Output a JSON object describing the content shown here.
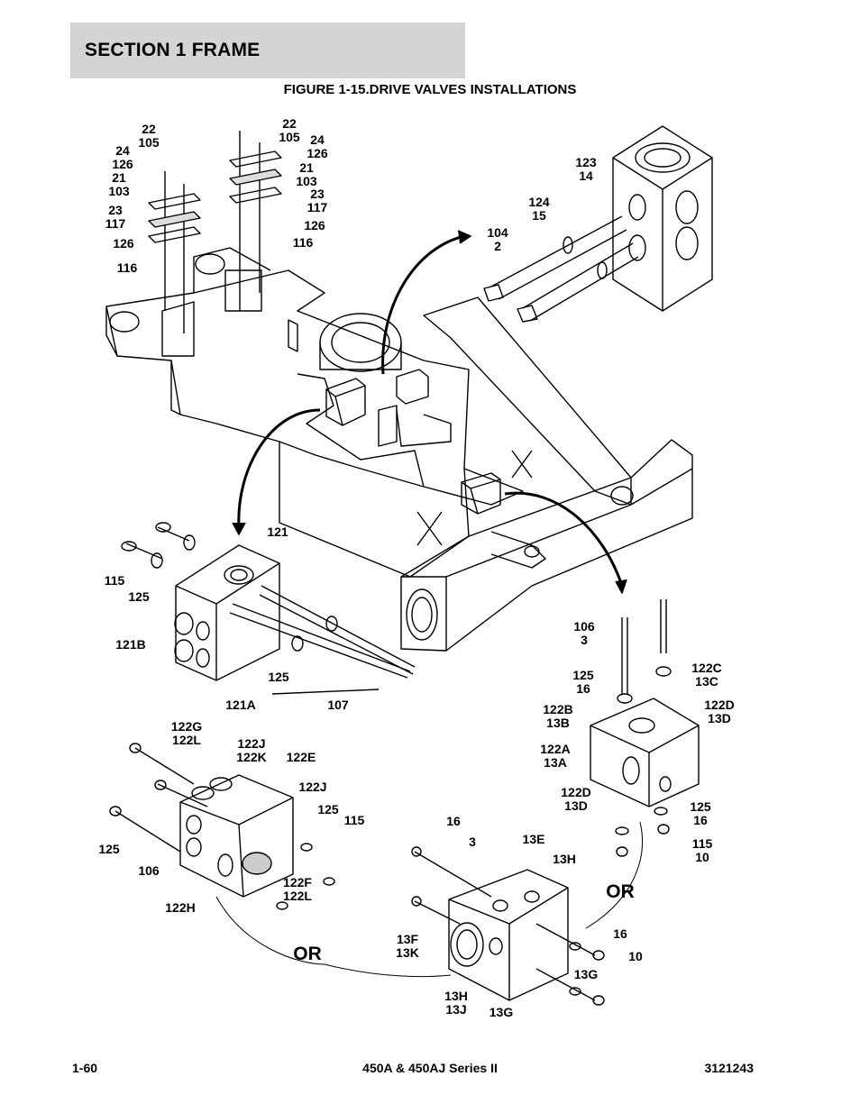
{
  "header": {
    "section": "SECTION 1  FRAME"
  },
  "figure": {
    "title": "FIGURE 1-15.DRIVE VALVES INSTALLATIONS"
  },
  "callouts": [
    "22\n105",
    "24\n126",
    "21\n103",
    "23\n117",
    "126",
    "116",
    "22\n105",
    "24\n126",
    "21\n103",
    "23\n117",
    "126",
    "116",
    "123\n14",
    "124\n15",
    "104\n2",
    "121",
    "115",
    "125",
    "121B",
    "125",
    "121A",
    "107",
    "106\n3",
    "125\n16",
    "122C\n13C",
    "122B\n13B",
    "122D\n13D",
    "122A\n13A",
    "122D\n13D",
    "125\n16",
    "115\n10",
    "122G\n122L",
    "122J\n122K",
    "122E",
    "122J",
    "125",
    "115",
    "125",
    "106",
    "122F\n122L",
    "122H",
    "16",
    "3",
    "13E",
    "13H",
    "13F\n13K",
    "16",
    "10",
    "13G",
    "13H\n13J",
    "13G"
  ],
  "or_labels": [
    "OR",
    "OR"
  ],
  "footer": {
    "page": "1-60",
    "model": "450A & 450AJ Series II",
    "doc_number": "3121243"
  }
}
